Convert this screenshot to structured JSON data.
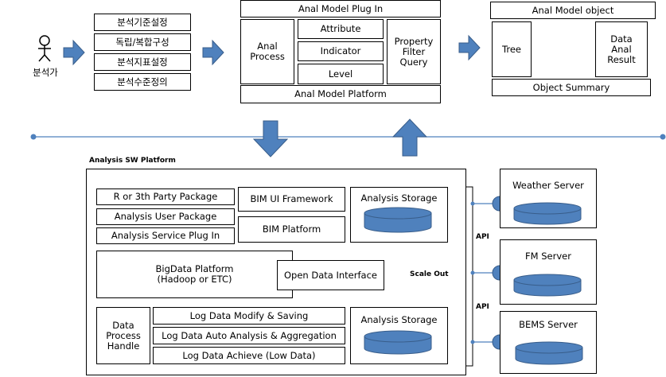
{
  "user": {
    "label": "분석가"
  },
  "analysis_steps": [
    "분석기준설정",
    "독립/복합구성",
    "분석지표설정",
    "분석수준정의"
  ],
  "plugin": {
    "title": "Anal Model Plug In",
    "process": "Anal\nProcess",
    "attribute": "Attribute",
    "indicator": "Indicator",
    "level": "Level",
    "property_filter": "Property\nFilter\nQuery",
    "platform": "Anal Model Platform"
  },
  "object": {
    "title": "Anal Model object",
    "tree": "Tree",
    "data_anal": "Data\nAnal\nResult",
    "summary": "Object Summary"
  },
  "platform": {
    "title": "Analysis  SW Platform",
    "r_package": "R or 3th Party Package",
    "user_package": "Analysis User Package",
    "service_plugin": "Analysis Service Plug In",
    "bim_ui": "BIM UI Framework",
    "bim_platform": "BIM Platform",
    "storage_top": "Analysis Storage",
    "bigdata": "BigData Platform\n(Hadoop or ETC)",
    "open_data": "Open Data Interface",
    "scale_out": "Scale Out",
    "data_process": "Data\nProcess\nHandle",
    "log_modify": "Log Data Modify & Saving",
    "log_auto": "Log Data Auto Analysis & Aggregation",
    "log_achieve": "Log Data Achieve (Low Data)",
    "storage_bottom": "Analysis Storage"
  },
  "api_labels": [
    "API",
    "API"
  ],
  "servers": [
    "Weather   Server",
    "FM  Server",
    "BEMS  Server"
  ],
  "colors": {
    "arrow": "#4f81bd",
    "arrow_stroke": "#385d8a",
    "line": "#4f81bd"
  }
}
